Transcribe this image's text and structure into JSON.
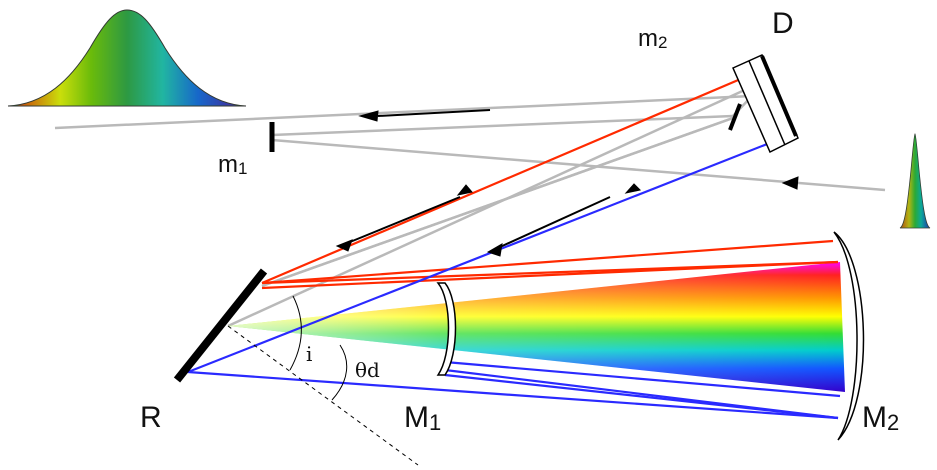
{
  "labels": {
    "D": "D",
    "m2_main": "m",
    "m2_sub": "2",
    "m1_main": "m",
    "m1_sub": "1",
    "R": "R",
    "M1_main": "M",
    "M1_sub": "1",
    "M2_main": "M",
    "M2_sub": "2",
    "angle_i": "i",
    "angle_theta": "θd"
  },
  "colors": {
    "beam_gray": "#b9b9b9",
    "ray_red": "#ff2a00",
    "ray_blue": "#2a2aff",
    "arrow": "#000000",
    "element_black": "#000000"
  }
}
